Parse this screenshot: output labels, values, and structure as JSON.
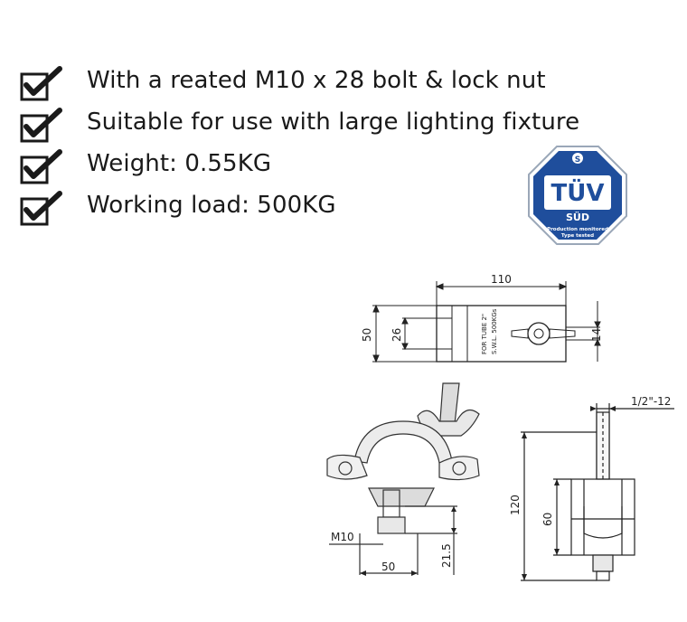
{
  "features": [
    {
      "text": "With a reated M10 x 28 bolt & lock nut"
    },
    {
      "text": "Suitable for use with large lighting fixture"
    },
    {
      "text": "Weight: 0.55KG"
    },
    {
      "text": "Working load: 500KG"
    }
  ],
  "badge": {
    "name": "TÜV",
    "sub": "SÜD",
    "line1": "Production monitored",
    "line2": "Type tested",
    "color": "#1f4e9c"
  },
  "drawing_top": {
    "dim_110": "110",
    "dim_50": "50",
    "dim_26": "26",
    "dim_14": "14",
    "engraving_1": "FOR TUBE 2\"",
    "engraving_2": "S.W.L. 500KGs"
  },
  "drawing_side": {
    "dim_m10": "M10",
    "dim_50": "50",
    "dim_21_5": "21.5"
  },
  "drawing_front": {
    "dim_thread": "1/2\"-12",
    "dim_120": "120",
    "dim_60": "60"
  }
}
